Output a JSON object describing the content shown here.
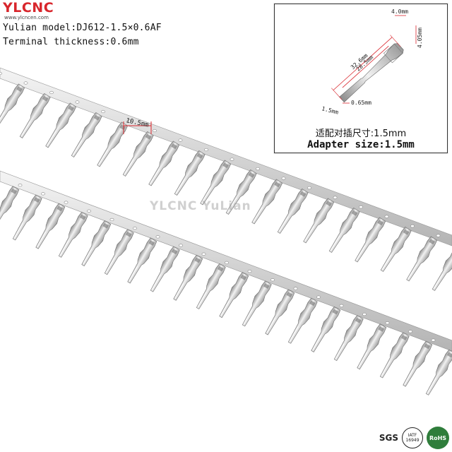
{
  "brand": {
    "logo_text": "YLCNC",
    "url": "www.ylcncen.com"
  },
  "specs": {
    "model": "Yulian model:DJ612-1.5×0.6AF",
    "thickness": "Terminal thickness:0.6mm"
  },
  "main_dimension": "10.5mm",
  "inset": {
    "dims": {
      "total_length": "32.6mm",
      "body_length": "28.5mm",
      "width": "4.0mm",
      "height": "4.05mm",
      "pin_thickness": "0.65mm",
      "pin_width": "1.5mm"
    },
    "caption_cn": "适配对插尺寸:1.5mm",
    "caption_en": "Adapter size:1.5mm"
  },
  "watermark": "YLCNC YuLian",
  "badges": {
    "sgs": "SGS",
    "iatf_line1": "IATF",
    "iatf_line2": "16949",
    "rohs": "RoHS"
  },
  "colors": {
    "brand_red": "#d8262c",
    "dimension_red": "#d9272e",
    "metal_light": "#e6e6e6",
    "metal_dark": "#8c8c8c",
    "rohs_green": "#2f7d3b"
  }
}
